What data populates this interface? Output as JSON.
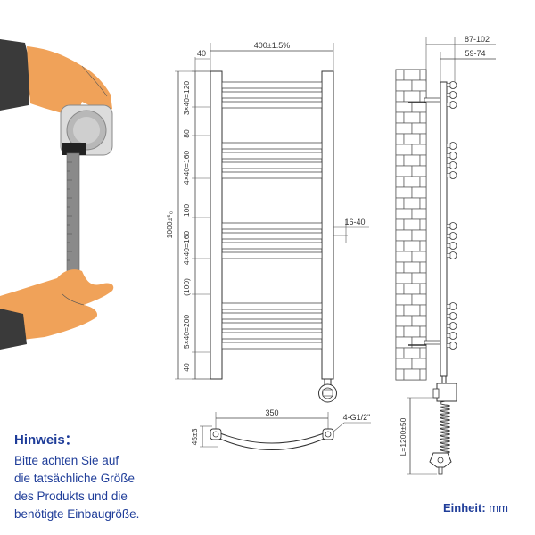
{
  "note": {
    "title": "Hinweis：",
    "lines": [
      "Bitte achten Sie auf",
      "die tatsächliche Größe",
      "des Produkts und die",
      "benötigte Einbaugröße."
    ]
  },
  "unit": {
    "label": "Einheit:",
    "value": "mm"
  },
  "front_view": {
    "width": "400±1.5%",
    "top_offset": "40",
    "height": "1000±⁵₀",
    "segments": [
      "3×40=120",
      "80",
      "4×40=160",
      "100",
      "4×40=160",
      "(100)",
      "5×40=200",
      "40"
    ],
    "side_offset": "16-40"
  },
  "side_view": {
    "depth_total": "87-102",
    "depth_inner": "59-74",
    "cable_length": "L=1200±50"
  },
  "top_view": {
    "center_distance": "350",
    "connection": "4-G1/2\"",
    "height": "45±3"
  }
}
